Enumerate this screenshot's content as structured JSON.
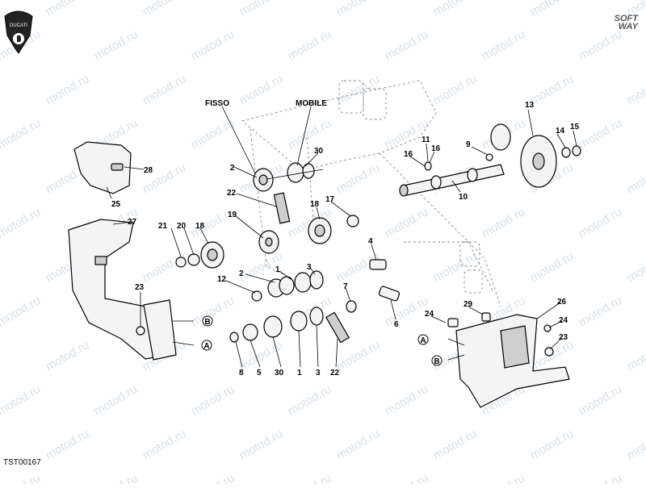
{
  "watermark": "motod.ru",
  "logo": {
    "brand_text": "DUCATI"
  },
  "brand_mark": {
    "line1": "SOFT",
    "line2": "WAY"
  },
  "doc_code": "TST00167",
  "headings": {
    "fixed": "FISSO",
    "mobile": "MOBILE"
  },
  "callouts": {
    "c1a": "1",
    "c1b": "1",
    "c2a": "2",
    "c2b": "2",
    "c3": "3",
    "c4": "4",
    "c5": "5",
    "c6": "6",
    "c7": "7",
    "c8": "8",
    "c9": "9",
    "c10": "10",
    "c11": "11",
    "c12": "12",
    "c13": "13",
    "c14": "14",
    "c15": "15",
    "c16": "16",
    "c16b": "16",
    "c17": "17",
    "c18a": "18",
    "c18b": "18",
    "c19": "19",
    "c20": "20",
    "c21": "21",
    "c22a": "22",
    "c22b": "22",
    "c23a": "23",
    "c23b": "23",
    "c24a": "24",
    "c24b": "24",
    "c25": "25",
    "c26": "26",
    "c27": "27",
    "c28": "28",
    "c29": "29",
    "c30a": "30",
    "c30b": "30"
  },
  "markers": {
    "a1": "A",
    "b1": "B",
    "a2": "A",
    "b2": "B"
  }
}
